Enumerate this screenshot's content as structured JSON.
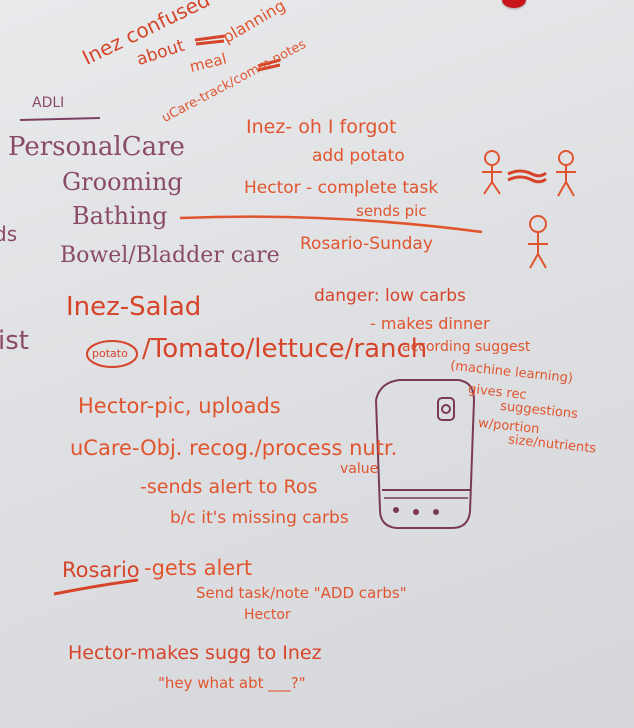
{
  "adl": {
    "heading": "ADLI"
  },
  "categories": {
    "personal_care": "PersonalCare",
    "grooming": "Grooming",
    "bathing": "Bathing",
    "bowel": "Bowel/Bladder care"
  },
  "edge_fragments": {
    "left_1": "ds",
    "left_2": "ist"
  },
  "top_notes": {
    "inez_confused": "Inez confused",
    "about": "about",
    "planning": "planning",
    "meal": "meal",
    "ucare_track": "uCare-track/comm notes"
  },
  "scenario_right": {
    "inez_forgot": "Inez- oh I forgot",
    "add_potato": "add potato",
    "hector_complete": "Hector - complete task",
    "sends_pic": "sends pic",
    "rosario_sunday": "Rosario-Sunday"
  },
  "danger": {
    "line1": "danger: low carbs",
    "line2": "- makes dinner",
    "line3": "according suggest"
  },
  "ml": {
    "line1": "(machine learning)",
    "line2": "gives rec",
    "line3": "suggestions",
    "line4": "w/portion",
    "line5": "size/nutrients"
  },
  "salad_flow": {
    "inez_salad": "Inez-Salad",
    "potato": "potato",
    "ingredients": "/Tomato/lettuce/ranch",
    "hector_pic": "Hector-pic, uploads",
    "ucare_obj": "uCare-Obj. recog./process nutr.",
    "value": "value",
    "sends_alert": "-sends alert to Ros",
    "missing_carbs": "b/c it's missing carbs"
  },
  "rosario_flow": {
    "rosario": "Rosario",
    "gets_alert": "-gets alert",
    "send_task": "Send task/note \"ADD carbs\"",
    "hector": "Hector",
    "hector_makes": "Hector-makes sugg to Inez",
    "hey": "\"hey what abt ___?\""
  },
  "colors": {
    "orange_marker": "#e0552e",
    "purple_marker": "#8a4a6a",
    "red_marker": "#d6452a"
  }
}
